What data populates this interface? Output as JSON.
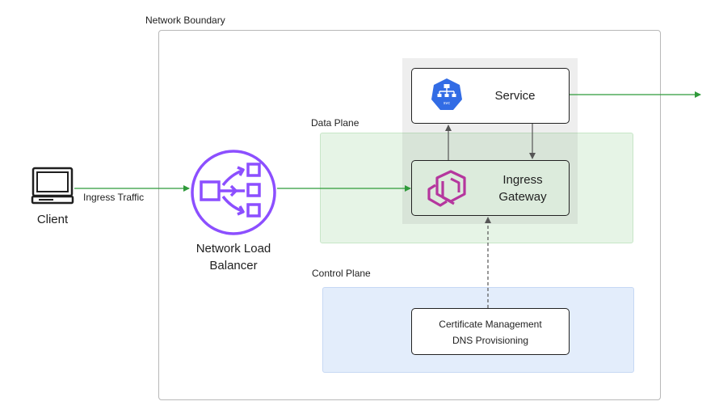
{
  "boundary": {
    "label": "Network Boundary"
  },
  "client": {
    "label": "Client",
    "icon": "computer-monitor-icon"
  },
  "traffic": {
    "label": "Ingress Traffic"
  },
  "nlb": {
    "line1": "Network Load",
    "line2": "Balancer",
    "icon": "network-load-balancer-icon",
    "color": "#8c4fff"
  },
  "data_plane": {
    "label": "Data Plane"
  },
  "control_plane": {
    "label": "Control Plane"
  },
  "service": {
    "label": "Service",
    "icon": "kubernetes-svc-icon",
    "icon_text": "svc",
    "color": "#326ce5"
  },
  "gateway": {
    "line1": "Ingress",
    "line2": "Gateway",
    "icon": "envoy-gateway-icon",
    "color": "#b5369e"
  },
  "control": {
    "line1": "Certificate Management",
    "line2": "DNS Provisioning"
  },
  "colors": {
    "traffic_arrow": "#2f9a3a",
    "internal_arrow": "#555555"
  }
}
